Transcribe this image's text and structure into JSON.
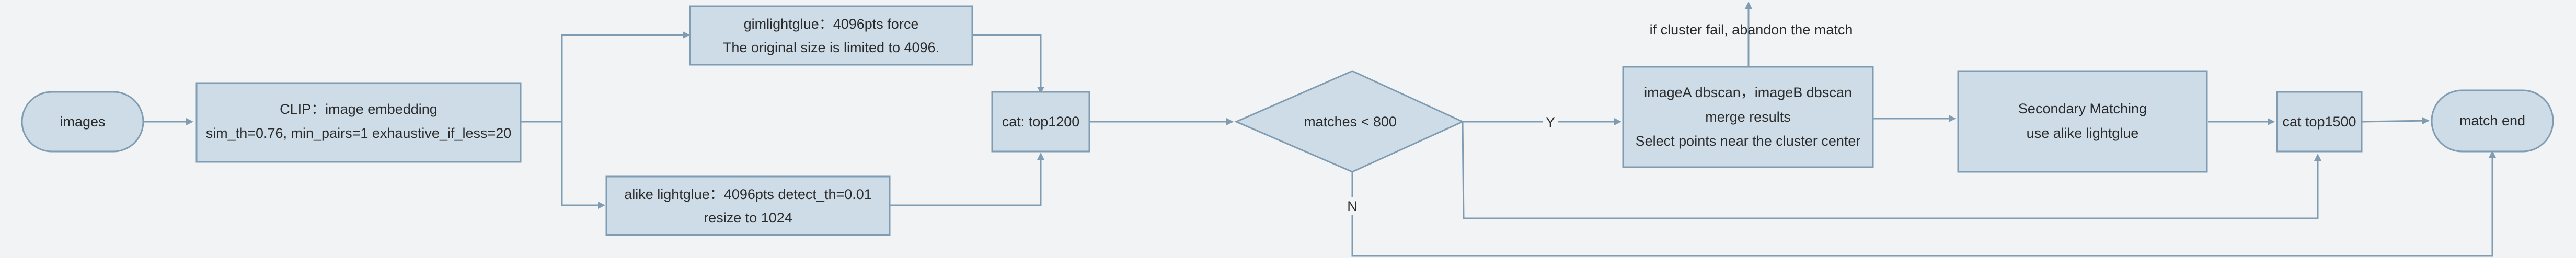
{
  "colors": {
    "node_fill": "#cddce7",
    "node_stroke": "#7f9cb2",
    "edge": "#7f9cb2",
    "background": "#f2f3f5",
    "text": "#2b2b2b"
  },
  "nodes": {
    "images": {
      "label": "images"
    },
    "clip": {
      "line1": "CLIP：image embedding",
      "line2": "sim_th=0.76, min_pairs=1 exhaustive_if_less=20"
    },
    "gim": {
      "line1": "gimlightglue：4096pts force",
      "line2": "The original size is limited to 4096."
    },
    "alike": {
      "line1": "alike lightglue：4096pts detect_th=0.01",
      "line2": "resize to 1024"
    },
    "cat1200": {
      "label": "cat: top1200"
    },
    "decision": {
      "label": "matches < 800"
    },
    "dbscan": {
      "line1": "imageA dbscan，imageB dbscan",
      "line2": "merge results",
      "line3": "Select points near the cluster center"
    },
    "secondary": {
      "line1": "Secondary Matching",
      "line2": "use alike lightglue"
    },
    "cat1500": {
      "label": "cat top1500"
    },
    "end": {
      "label": "match end"
    }
  },
  "edges": {
    "yes_label": "Y",
    "no_label": "N",
    "cluster_fail": "if cluster fail, abandon the match"
  }
}
